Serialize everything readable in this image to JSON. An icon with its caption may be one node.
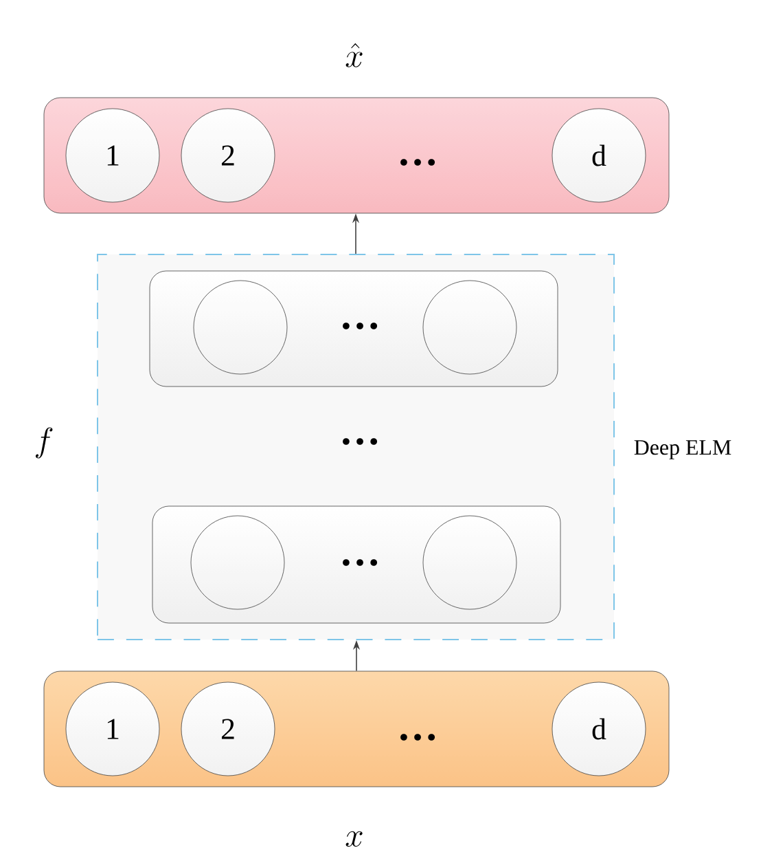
{
  "diagram": {
    "nodes": [
      {
        "text": [
          "…"
        ],
        "beside": [
          "\\hat{x}"
        ]
      },
      {
        "text": [
          "1"
        ],
        "in": 0
      },
      {
        "text": [
          "2"
        ],
        "in": 0
      },
      {
        "text": [
          "d"
        ],
        "in": 0
      },
      {
        "text": [
          "…"
        ],
        "beside": [
          "f",
          "Deep ELM"
        ]
      },
      {
        "text": [
          "…"
        ],
        "in": 4
      },
      {
        "text": [],
        "shape": "circle",
        "in": 5
      },
      {
        "text": [],
        "shape": "circle",
        "in": 5
      },
      {
        "text": [
          "…"
        ],
        "in": 4
      },
      {
        "text": [],
        "shape": "circle",
        "in": 8
      },
      {
        "text": [],
        "shape": "circle",
        "in": 8
      },
      {
        "text": [
          "…"
        ],
        "beside": [
          "x"
        ]
      },
      {
        "text": [
          "1"
        ],
        "in": 11
      },
      {
        "text": [
          "2"
        ],
        "in": 11
      },
      {
        "text": [
          "d"
        ],
        "in": 11
      }
    ],
    "edges": [
      {
        "from": 11,
        "to": 4,
        "arrow": "to"
      },
      {
        "from": 4,
        "to": 0,
        "arrow": "to"
      }
    ]
  }
}
